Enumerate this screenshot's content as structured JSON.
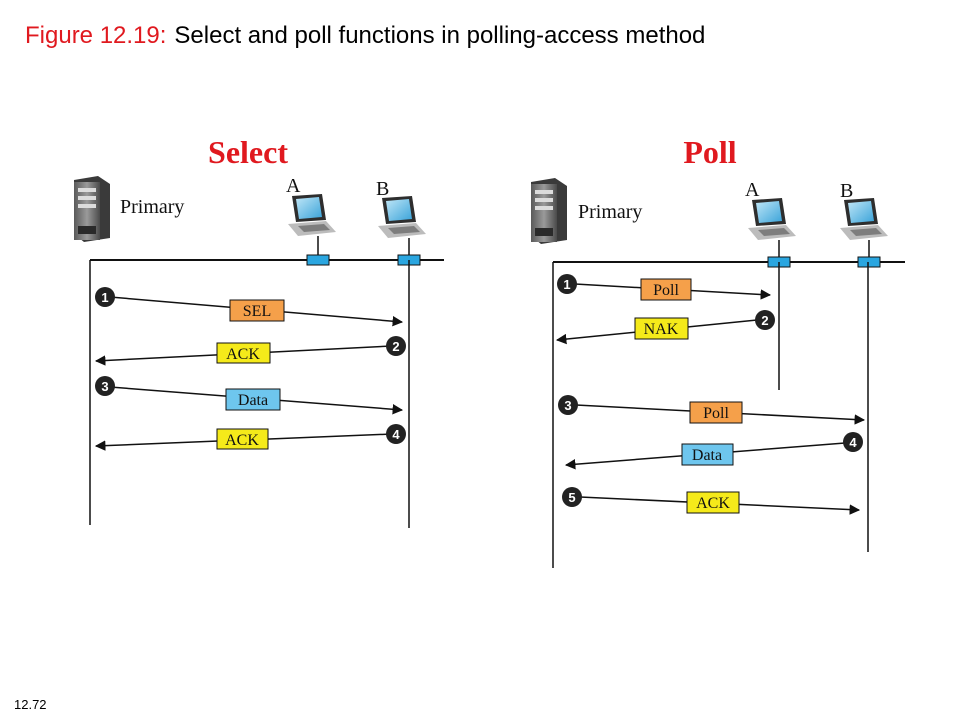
{
  "title": {
    "figure_number": "Figure 12.19:",
    "caption": "Select and poll functions in polling-access method"
  },
  "slide_number": "12.72",
  "colors": {
    "title_red": "#e0191f",
    "heading_red": "#e0191f",
    "sel_poll_box": "#f5a04a",
    "ack_nak_box": "#f5ea1a",
    "data_box": "#6ec6ee",
    "tap_connector": "#2aa6e0"
  },
  "select": {
    "heading": "Select",
    "primary_label": "Primary",
    "station_a_label": "A",
    "station_b_label": "B",
    "messages": [
      {
        "step": "1",
        "label": "SEL",
        "direction": "to-station",
        "box": "orange"
      },
      {
        "step": "2",
        "label": "ACK",
        "direction": "to-primary",
        "box": "yellow"
      },
      {
        "step": "3",
        "label": "Data",
        "direction": "to-station",
        "box": "blue"
      },
      {
        "step": "4",
        "label": "ACK",
        "direction": "to-primary",
        "box": "yellow"
      }
    ]
  },
  "poll": {
    "heading": "Poll",
    "primary_label": "Primary",
    "station_a_label": "A",
    "station_b_label": "B",
    "messages": [
      {
        "step": "1",
        "label": "Poll",
        "direction": "to-station-a",
        "box": "orange"
      },
      {
        "step": "2",
        "label": "NAK",
        "direction": "to-primary",
        "box": "yellow"
      },
      {
        "step": "3",
        "label": "Poll",
        "direction": "to-station-b",
        "box": "orange"
      },
      {
        "step": "4",
        "label": "Data",
        "direction": "to-primary",
        "box": "blue"
      },
      {
        "step": "5",
        "label": "ACK",
        "direction": "to-station-b",
        "box": "yellow"
      }
    ]
  }
}
